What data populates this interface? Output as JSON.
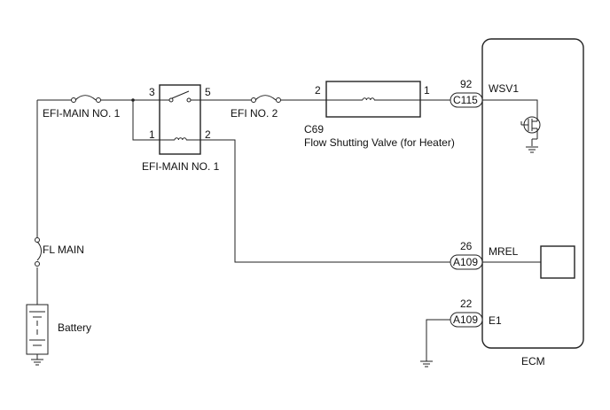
{
  "fuse_efi_main": "EFI-MAIN NO. 1",
  "fuse_efi_no2": "EFI NO. 2",
  "fuse_fl_main": "FL MAIN",
  "battery": "Battery",
  "relay": {
    "name": "EFI-MAIN NO. 1",
    "pin3": "3",
    "pin5": "5",
    "pin1": "1",
    "pin2": "2"
  },
  "valve": {
    "code": "C69",
    "name": "Flow Shutting Valve (for Heater)",
    "pin2": "2",
    "pin1": "1"
  },
  "ecm": {
    "label": "ECM",
    "wsv1": {
      "pin": "92",
      "connector": "C115",
      "signal": "WSV1"
    },
    "mrel": {
      "pin": "26",
      "connector": "A109",
      "signal": "MREL"
    },
    "e1": {
      "pin": "22",
      "connector": "A109",
      "signal": "E1"
    }
  }
}
